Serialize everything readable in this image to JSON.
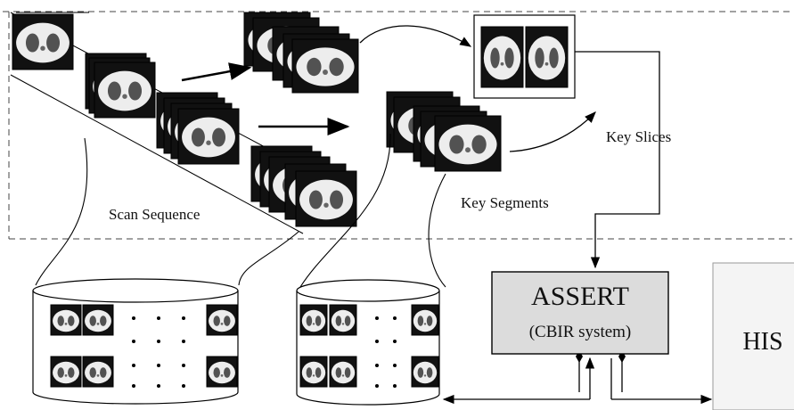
{
  "labels": {
    "scan_sequence": "Scan Sequence",
    "key_segments": "Key Segments",
    "key_slices": "Key Slices",
    "assert_title": "ASSERT",
    "assert_subtitle": "(CBIR system)",
    "his": "HIS"
  },
  "colors": {
    "image_bg": "#111111",
    "scan_body": "#ededed",
    "lung": "#2a2a2a",
    "assert_fill": "#dcdcdc",
    "his_fill": "#f4f4f4",
    "line": "#000000",
    "dashed": "#444444"
  }
}
